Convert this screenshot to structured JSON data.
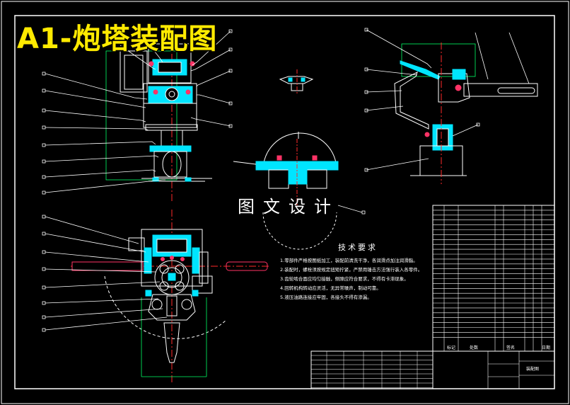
{
  "title": "A1-炮塔装配图",
  "watermark": "图文设计",
  "technical_requirements": {
    "heading": "技术要求",
    "items": [
      "1.零部件严格按图纸加工，装配前清洗干净，各润滑点加注润滑脂。",
      "2.装配时，螺栓须按规定扭矩拧紧，严禁用锤击方法强行装入各零件。",
      "3.齿轮啮合面应均匀接触，侧隙应符合要求，不得有卡滞现象。",
      "4.回转机构转动应灵活，无异常噪声，制动可靠。",
      "5.液压油路连接应牢固，各接头不得有渗漏。"
    ]
  },
  "title_block": {
    "label_a": "标记",
    "label_b": "处数",
    "label_c": "签名",
    "label_d": "日期",
    "school": "装配图"
  },
  "colors": {
    "background": "#000000",
    "outline": "#ffffff",
    "accent_cyan": "#00e5ff",
    "centerline": "#ff2a2a",
    "dimension": "#00ff66",
    "title": "#ffea00",
    "part": "#ff3366"
  }
}
